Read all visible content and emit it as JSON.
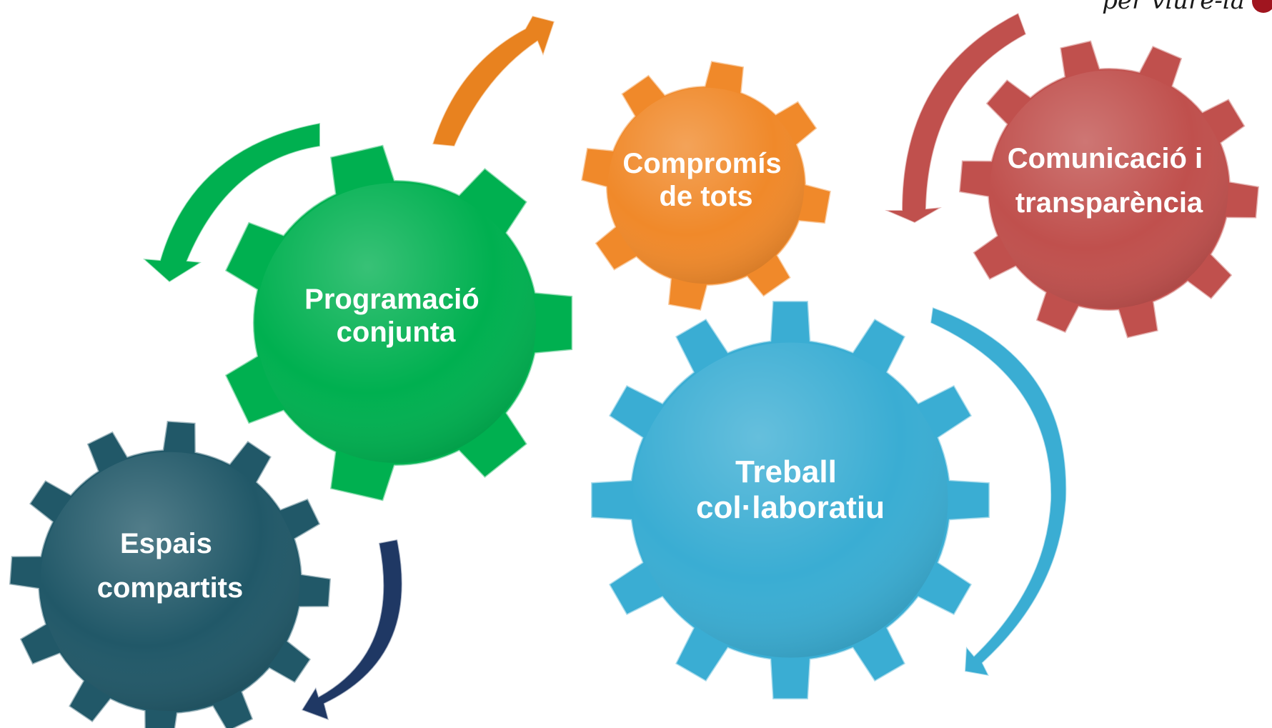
{
  "brand": {
    "tagline": "per viure-la"
  },
  "gears": [
    {
      "id": "compromis",
      "lines": [
        "Compromís",
        "de tots"
      ],
      "color": "#f0892a",
      "teeth": 8
    },
    {
      "id": "comunicacio",
      "lines": [
        "Comunicació i",
        "transparència"
      ],
      "color": "#c0504d",
      "teeth": 10
    },
    {
      "id": "programacio",
      "lines": [
        "Programació",
        "conjunta"
      ],
      "color": "#00b050",
      "teeth": 7
    },
    {
      "id": "treball",
      "lines": [
        "Treball",
        "col·laboratiu"
      ],
      "color": "#3aadd3",
      "teeth": 12
    },
    {
      "id": "espais",
      "lines": [
        "Espais",
        "compartits"
      ],
      "color": "#215868",
      "teeth": 12
    }
  ],
  "arrows": [
    {
      "id": "arrow-orange",
      "color": "#e8821f"
    },
    {
      "id": "arrow-green",
      "color": "#00b050"
    },
    {
      "id": "arrow-red",
      "color": "#c0504d"
    },
    {
      "id": "arrow-blue",
      "color": "#3aadd3"
    },
    {
      "id": "arrow-navy",
      "color": "#1f3864"
    }
  ]
}
